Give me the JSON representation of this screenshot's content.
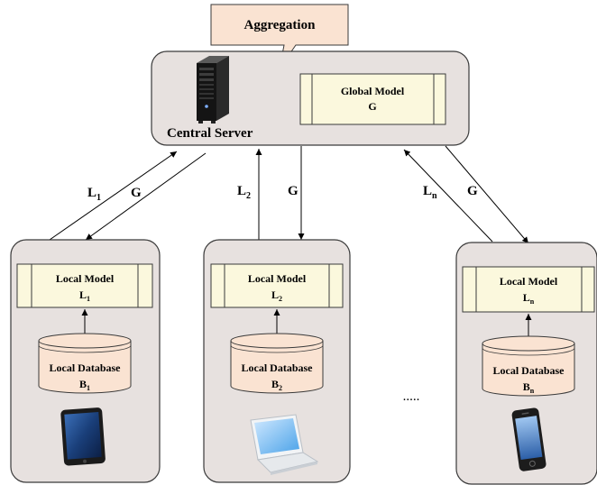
{
  "aggregation": {
    "label": "Aggregation"
  },
  "server": {
    "label": "Central Server",
    "model_title": "Global Model",
    "model_symbol": "G"
  },
  "arrows": {
    "up_1": "L",
    "up_1_sub": "1",
    "down_1": "G",
    "up_2": "L",
    "up_2_sub": "2",
    "down_2": "G",
    "up_n": "L",
    "up_n_sub": "n",
    "down_n": "G"
  },
  "clients": [
    {
      "model_title": "Local Model",
      "model_symbol": "L",
      "model_sub": "1",
      "db_title": "Local Database",
      "db_symbol": "B",
      "db_sub": "1",
      "device_icon": "tablet-icon"
    },
    {
      "model_title": "Local Model",
      "model_symbol": "L",
      "model_sub": "2",
      "db_title": "Local Database",
      "db_symbol": "B",
      "db_sub": "2",
      "device_icon": "laptop-icon"
    },
    {
      "model_title": "Local Model",
      "model_symbol": "L",
      "model_sub": "n",
      "db_title": "Local Database",
      "db_symbol": "B",
      "db_sub": "n",
      "device_icon": "smartphone-icon"
    }
  ],
  "ellipsis": ".....",
  "colors": {
    "panel": "#e7e1df",
    "model_box": "#fbf8dd",
    "database": "#fae3d2",
    "callout": "#fae3d2"
  }
}
